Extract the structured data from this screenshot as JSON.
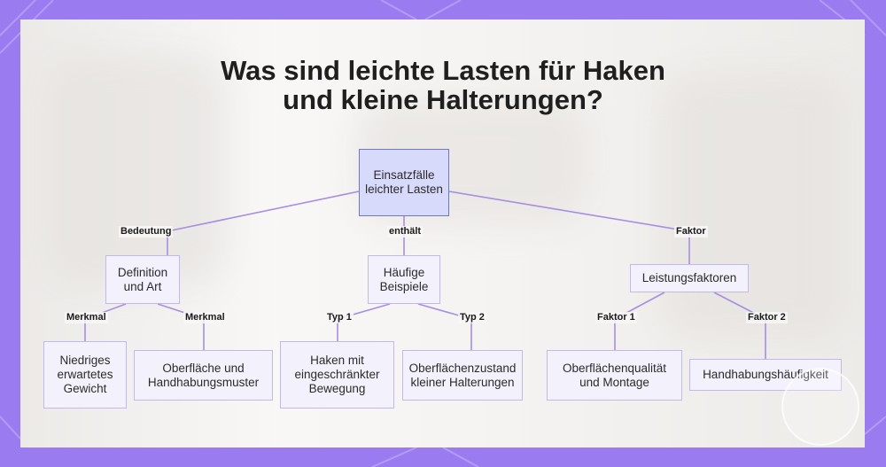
{
  "title_lines": [
    "Was sind leichte Lasten für Haken",
    "und kleine Halterungen?"
  ],
  "colors": {
    "background": "#9b7bf0",
    "card": "#f6f5f4",
    "node_fill": "#f3f2fc",
    "node_border": "#c2b8ec",
    "root_fill": "#d8dafc",
    "root_border": "#6a78c6",
    "edge": "#a58fe0"
  },
  "diagram": {
    "root": {
      "id": "root",
      "label": "Einsatzfälle leichter Lasten"
    },
    "nodes": [
      {
        "id": "def",
        "label": "Definition und Art"
      },
      {
        "id": "bsp",
        "label": "Häufige Beispiele"
      },
      {
        "id": "lf",
        "label": "Leistungsfaktoren"
      },
      {
        "id": "ng",
        "label": "Niedriges erwartetes Gewicht"
      },
      {
        "id": "oh",
        "label": "Oberfläche und Handhabungsmuster"
      },
      {
        "id": "hm",
        "label": "Haken mit eingeschränkter Bewegung"
      },
      {
        "id": "oz",
        "label": "Oberflächenzustand kleiner Halterungen"
      },
      {
        "id": "oq",
        "label": "Oberflächenqualität und Montage"
      },
      {
        "id": "hh",
        "label": "Handhabungshäufigkeit"
      }
    ],
    "edges": [
      {
        "from": "root",
        "to": "def",
        "label": "Bedeutung"
      },
      {
        "from": "root",
        "to": "bsp",
        "label": "enthält"
      },
      {
        "from": "root",
        "to": "lf",
        "label": "Faktor"
      },
      {
        "from": "def",
        "to": "ng",
        "label": "Merkmal"
      },
      {
        "from": "def",
        "to": "oh",
        "label": "Merkmal"
      },
      {
        "from": "bsp",
        "to": "hm",
        "label": "Typ 1"
      },
      {
        "from": "bsp",
        "to": "oz",
        "label": "Typ 2"
      },
      {
        "from": "lf",
        "to": "oq",
        "label": "Faktor 1"
      },
      {
        "from": "lf",
        "to": "hh",
        "label": "Faktor 2"
      }
    ]
  }
}
